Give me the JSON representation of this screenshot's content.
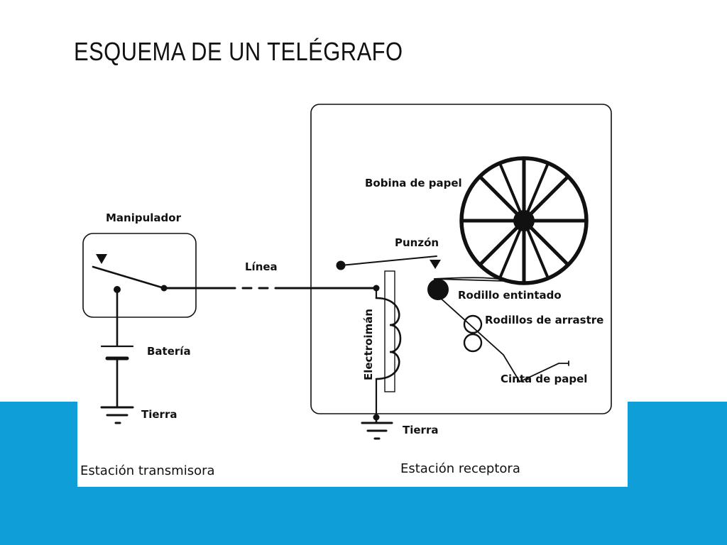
{
  "slide": {
    "title": "ESQUEMA DE UN TELÉGRAFO"
  },
  "diagram": {
    "labels": {
      "manipulador": "Manipulador",
      "linea": "Línea",
      "bateria": "Batería",
      "tierra_transmisora": "Tierra",
      "bobina": "Bobina de papel",
      "punzon": "Punzón",
      "rodillo_entintado": "Rodillo entintado",
      "rodillos_arrastre": "Rodillos de arrastre",
      "cinta": "Cinta de papel",
      "electroiman": "Electroimán",
      "tierra_receptora": "Tierra"
    },
    "stations": {
      "transmisora": "Estación transmisora",
      "receptora": "Estación receptora"
    }
  },
  "colors": {
    "band": "#0e9fd8",
    "ink": "#111111"
  }
}
